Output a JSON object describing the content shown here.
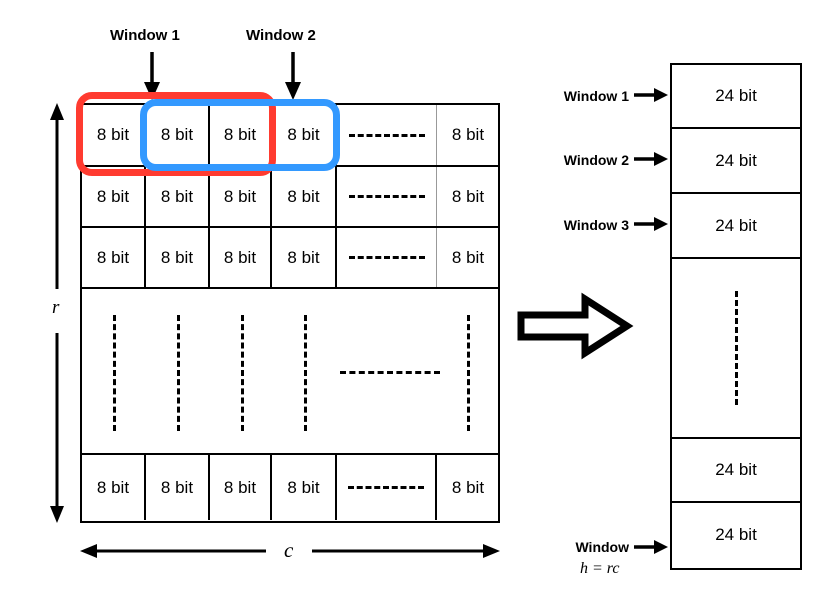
{
  "diagram": {
    "title": "Sliding window flattening of an r x c byte matrix into h = rc windows of 24 bit",
    "colors": {
      "window1_highlight": "#ff3b30",
      "window2_highlight": "#3399ff",
      "stroke": "#000000",
      "background": "#ffffff",
      "faint_stroke": "#999999"
    }
  },
  "top_labels": [
    {
      "text": "Window 1",
      "arrow": "down-arrow"
    },
    {
      "text": "Window 2",
      "arrow": "down-arrow"
    }
  ],
  "matrix": {
    "cell_label": "8 bit",
    "ellipsis_horizontal": "dashed-line",
    "ellipsis_vertical": "dashed-line",
    "row_axis_label": "r",
    "column_axis_label": "c",
    "rows": [
      {
        "type": "cells",
        "cells": [
          "8 bit",
          "8 bit",
          "8 bit",
          "8 bit",
          "",
          "8 bit"
        ]
      },
      {
        "type": "cells",
        "cells": [
          "8 bit",
          "8 bit",
          "8 bit",
          "8 bit",
          "",
          "8 bit"
        ]
      },
      {
        "type": "cells",
        "cells": [
          "8 bit",
          "8 bit",
          "8 bit",
          "8 bit",
          "",
          "8 bit"
        ]
      },
      {
        "type": "ellipsis",
        "cells": [
          "",
          "",
          "",
          "",
          "",
          ""
        ]
      },
      {
        "type": "cells",
        "cells": [
          "8 bit",
          "8 bit",
          "8 bit",
          "8 bit",
          "",
          "8 bit"
        ]
      }
    ]
  },
  "transform_arrow": "block-arrow-right",
  "output_column": {
    "cell_label": "24 bit",
    "ellipsis": "dashed-line",
    "rows": [
      {
        "label": "Window 1",
        "value": "24 bit",
        "arrow": "right-arrow"
      },
      {
        "label": "Window 2",
        "value": "24 bit",
        "arrow": "right-arrow"
      },
      {
        "label": "Window 3",
        "value": "24 bit",
        "arrow": "right-arrow"
      },
      {
        "label": "",
        "value": "",
        "arrow": ""
      },
      {
        "label": "",
        "value": "24 bit",
        "arrow": ""
      },
      {
        "label": "Window",
        "sublabel": "h = rc",
        "value": "24 bit",
        "arrow": "right-arrow"
      }
    ],
    "last_label_line1": "Window",
    "last_label_line2": "h = rc"
  }
}
